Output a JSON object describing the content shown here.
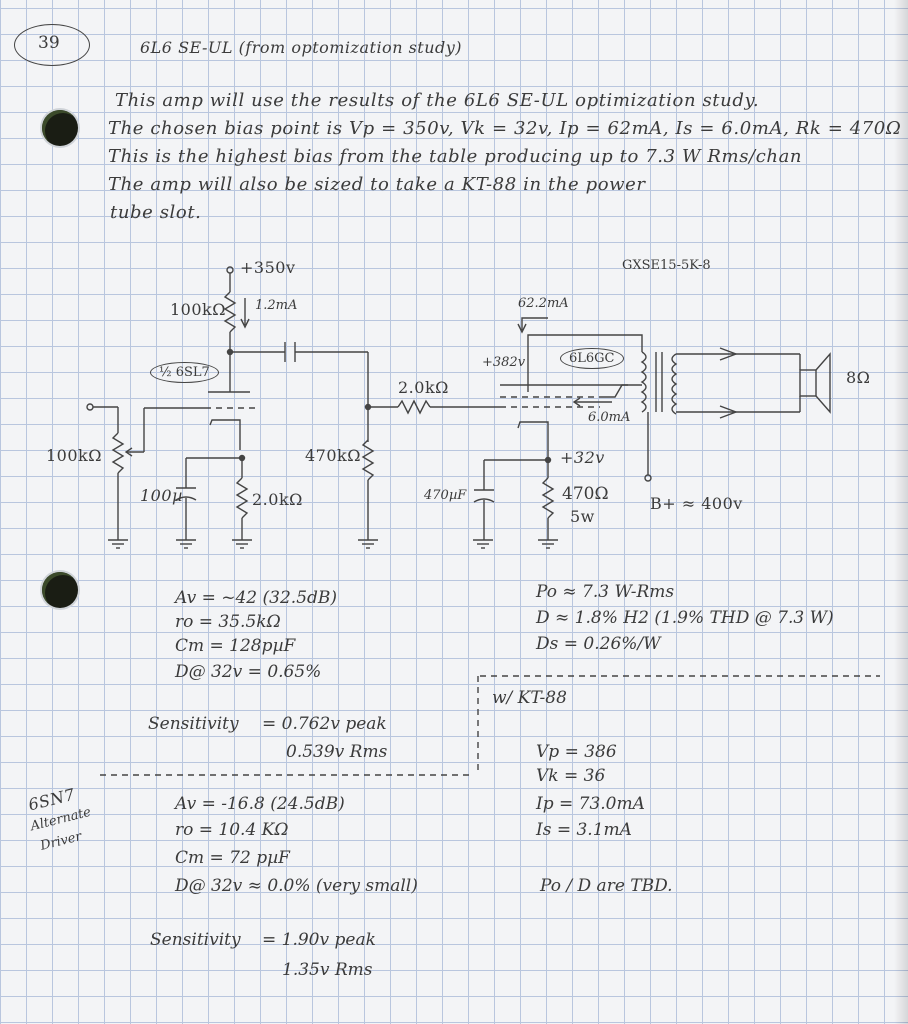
{
  "header": {
    "page_number": "39",
    "title": "6L6 SE-UL (from optomization study)"
  },
  "intro": {
    "lines": [
      "This amp will use the results of the 6L6 SE-UL optimization study.",
      "The chosen bias point is Vp = 350v, Vk = 32v, Ip = 62mA, Is = 6.0mA, Rk = 470Ω",
      "This is the highest bias from the table producing up to 7.3 W Rms/chan",
      "The amp will also be sized to take a KT-88 in the power",
      "tube slot."
    ]
  },
  "schematic": {
    "supply": "+350v",
    "r_plate": "100kΩ",
    "i_driver": "1.2mA",
    "driver_tube": "½ 6SL7",
    "r_input": "100kΩ",
    "c_bypass": "100µ",
    "r_cathode": "2.0kΩ",
    "r_grid": "470kΩ",
    "r_stopper": "2.0kΩ",
    "i_plate": "62.2mA",
    "v_plate": "+382v",
    "power_tube": "6L6GC",
    "i_screen": "6.0mA",
    "v_cathode": "+32v",
    "c_cathode": "470µF",
    "r_pwr_cathode": "470Ω",
    "r_pwr_wattage": "5w",
    "b_plus": "B+ ≈ 400v",
    "transformer": "GXSE15-5K-8",
    "speaker": "8Ω"
  },
  "driver_stats": {
    "av": "Av = ~42 (32.5dB)",
    "ro": "ro = 35.5kΩ",
    "cm": "Cm = 128pµF",
    "d": "D@ 32v = 0.65%",
    "sens_label": "Sensitivity",
    "sens_peak": "= 0.762v peak",
    "sens_rms": "0.539v Rms"
  },
  "output_stats": {
    "po": "Po ≈ 7.3 W-Rms",
    "d": "D ≈ 1.8% H2 (1.9% THD @ 7.3 W)",
    "ds": "Ds = 0.26%/W"
  },
  "kt88": {
    "title": "w/ KT-88",
    "vp": "Vp = 386",
    "vk": "Vk = 36",
    "ip": "Ip = 73.0mA",
    "is": "Is = 3.1mA",
    "note": "Po / D are TBD."
  },
  "alt_driver": {
    "label_1": "6SN7",
    "label_2": "Alternate",
    "label_3": "Driver",
    "av": "Av = -16.8 (24.5dB)",
    "ro": "ro = 10.4 KΩ",
    "cm": "Cm = 72 pµF",
    "d": "D@ 32v ≈ 0.0% (very small)",
    "sens_label": "Sensitivity",
    "sens_peak": "= 1.90v peak",
    "sens_rms": "1.35v Rms"
  },
  "colors": {
    "ink": "#3a3a3a",
    "grid": "#b9c6de",
    "paper": "#f3f4f6"
  }
}
